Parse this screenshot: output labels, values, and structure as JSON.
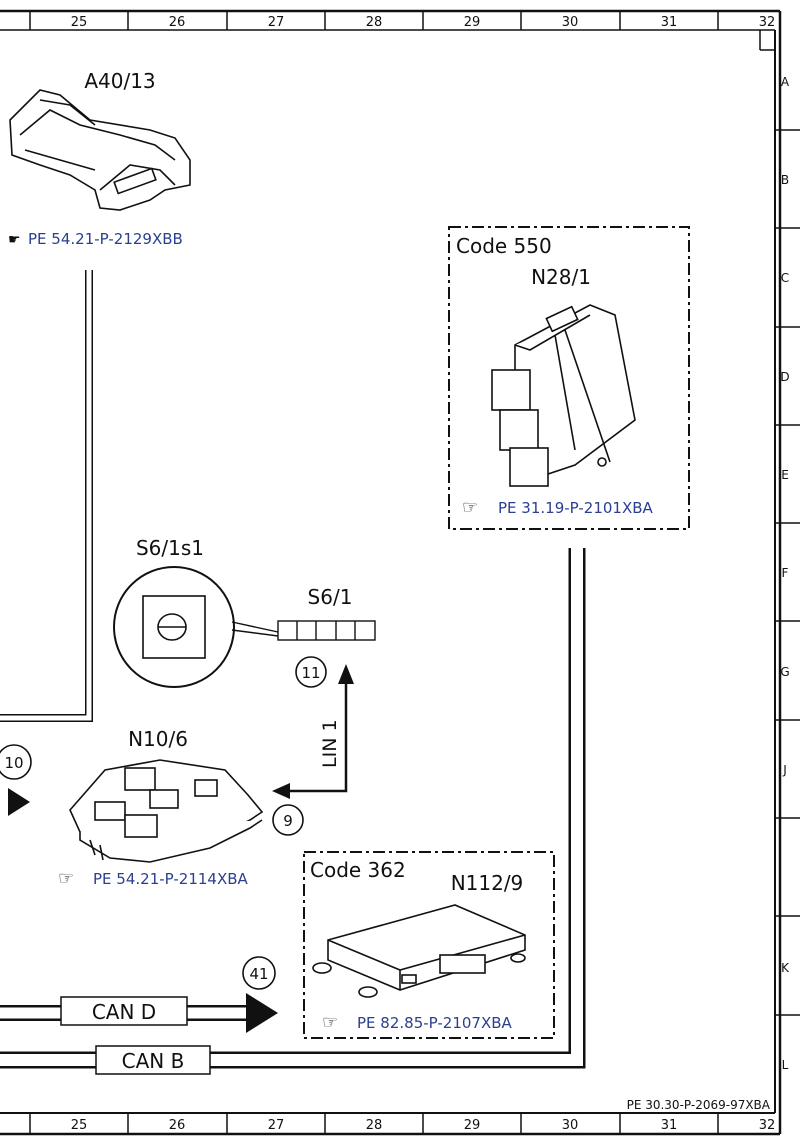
{
  "frame": {
    "columns": [
      "25",
      "26",
      "27",
      "28",
      "29",
      "30",
      "31",
      "32"
    ],
    "rows": [
      "A",
      "B",
      "C",
      "D",
      "E",
      "F",
      "G",
      "J",
      "K",
      "L"
    ],
    "document_id": "PE 30.30-P-2069-97XBA"
  },
  "components": {
    "a40_13": {
      "label": "A40/13",
      "ref": "PE 54.21-P-2129XBB"
    },
    "n28_1": {
      "code": "Code 550",
      "label": "N28/1",
      "ref": "PE 31.19-P-2101XBA"
    },
    "s6_1s1": {
      "label": "S6/1s1"
    },
    "s6_1": {
      "label": "S6/1"
    },
    "n10_6": {
      "label": "N10/6",
      "ref": "PE 54.21-P-2114XBA"
    },
    "n112_9": {
      "code": "Code 362",
      "label": "N112/9",
      "ref": "PE 82.85-P-2107XBA"
    }
  },
  "connections": {
    "lin1": "LIN 1",
    "can_d": "CAN D",
    "can_b": "CAN B"
  },
  "markers": {
    "m11": "11",
    "m9": "9",
    "m41": "41",
    "m10": "10"
  },
  "icons": {
    "reference": "pointing-hand-icon"
  }
}
